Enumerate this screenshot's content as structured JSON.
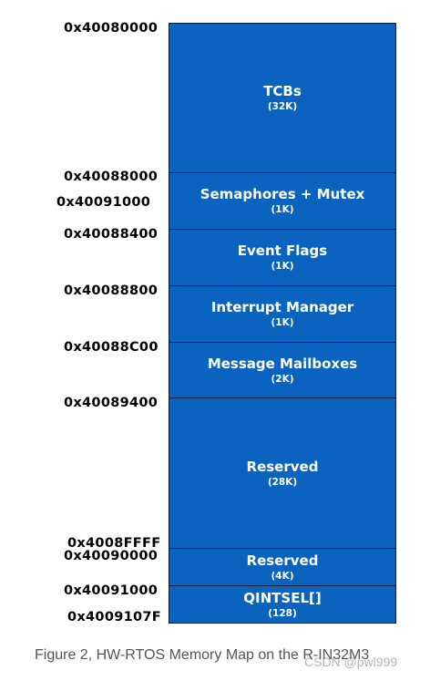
{
  "addresses": {
    "a0": "0x40080000",
    "a1": "0x40088000",
    "a2": "0x40091000",
    "a3": "0x40088400",
    "a4": "0x40088800",
    "a5": "0x40088C00",
    "a6": "0x40089400",
    "a7": "0x4008FFFF",
    "a8": "0x40090000",
    "a9": "0x40091000",
    "a10": "0x4009107F"
  },
  "blocks": [
    {
      "name": "TCBs",
      "size": "(32K)"
    },
    {
      "name": "Semaphores + Mutex",
      "size": "(1K)"
    },
    {
      "name": "Event Flags",
      "size": "(1K)"
    },
    {
      "name": "Interrupt Manager",
      "size": "(1K)"
    },
    {
      "name": "Message Mailboxes",
      "size": "(2K)"
    },
    {
      "name": "Reserved",
      "size": "(28K)"
    },
    {
      "name": "Reserved",
      "size": "(4K)"
    },
    {
      "name": "QINTSEL[]",
      "size": "(128)"
    }
  ],
  "caption": "Figure 2, HW-RTOS Memory Map on the R-IN32M3",
  "watermark": "CSDN @pwl999",
  "colors": {
    "block_fill": "#0a64bf",
    "block_border": "#0a1a3a",
    "text_on_block": "#ffffff"
  }
}
